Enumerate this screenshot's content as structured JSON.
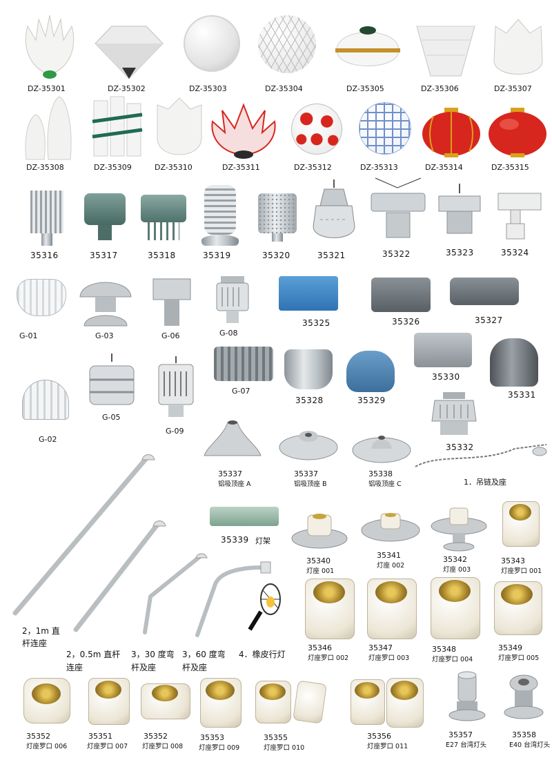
{
  "row1": [
    "DZ-35301",
    "DZ-35302",
    "DZ-35303",
    "DZ-35304",
    "DZ-35305",
    "DZ-35306",
    "DZ-35307"
  ],
  "row2": [
    "DZ-35308",
    "DZ-35309",
    "DZ-35310",
    "DZ-35311",
    "DZ-35312",
    "DZ-35313",
    "DZ-35314",
    "DZ-35315"
  ],
  "row3": [
    "35316",
    "35317",
    "35318",
    "35319",
    "35320",
    "35321",
    "35322",
    "35323",
    "35324"
  ],
  "row4": [
    "G-01",
    "G-03",
    "G-06",
    "G-08",
    "35325",
    "35326",
    "35327"
  ],
  "row5": [
    "G-02",
    "G-05",
    "G-09",
    "G-07",
    "35328",
    "35329",
    "35330",
    "35331",
    "35332"
  ],
  "mounts": [
    {
      "code": "35337",
      "name": "铝吸顶座 A"
    },
    {
      "code": "35337",
      "name": "铝吸顶座 B"
    },
    {
      "code": "35338",
      "name": "铝吸顶座 C"
    }
  ],
  "chain": "1．吊链及座",
  "bracket": {
    "code": "35339",
    "name": "灯架"
  },
  "poles": [
    {
      "line1": "2，1m 直",
      "line2": "杆连座"
    },
    {
      "line1": "2，0.5m 直杆",
      "line2": "连座"
    },
    {
      "line1": "3，30 度弯",
      "line2": "杆及座"
    },
    {
      "line1": "3，60 度弯",
      "line2": "杆及座"
    }
  ],
  "rubber_lamp": "4．橡皮行灯",
  "sockets_top": [
    {
      "code": "35340",
      "name": "灯座 001"
    },
    {
      "code": "35341",
      "name": "灯座 002"
    },
    {
      "code": "35342",
      "name": "灯座 003"
    },
    {
      "code": "35343",
      "name": "灯座罗口 001"
    }
  ],
  "sockets_mid": [
    {
      "code": "35346",
      "name": "灯座罗口 002"
    },
    {
      "code": "35347",
      "name": "灯座罗口 003"
    },
    {
      "code": "35348",
      "name": "灯座罗口 004"
    },
    {
      "code": "35349",
      "name": "灯座罗口 005"
    }
  ],
  "sockets_bottom": [
    {
      "code": "35352",
      "name": "灯座罗口 006"
    },
    {
      "code": "35351",
      "name": "灯座罗口 007"
    },
    {
      "code": "35352",
      "name": "灯座罗口 008"
    },
    {
      "code": "35353",
      "name": "灯座罗口 009"
    },
    {
      "code": "35355",
      "name": "灯座罗口 010"
    },
    {
      "code": "35356",
      "name": "灯座罗口 011"
    },
    {
      "code": "35357",
      "name": "E27 台湾灯头"
    },
    {
      "code": "35358",
      "name": "E40 台湾灯头"
    }
  ],
  "colors": {
    "red": "#d7261e",
    "gold": "#d9a21c",
    "green": "#1f6b55",
    "blue": "#2f73b4",
    "ceramic": "#ece6d6"
  }
}
